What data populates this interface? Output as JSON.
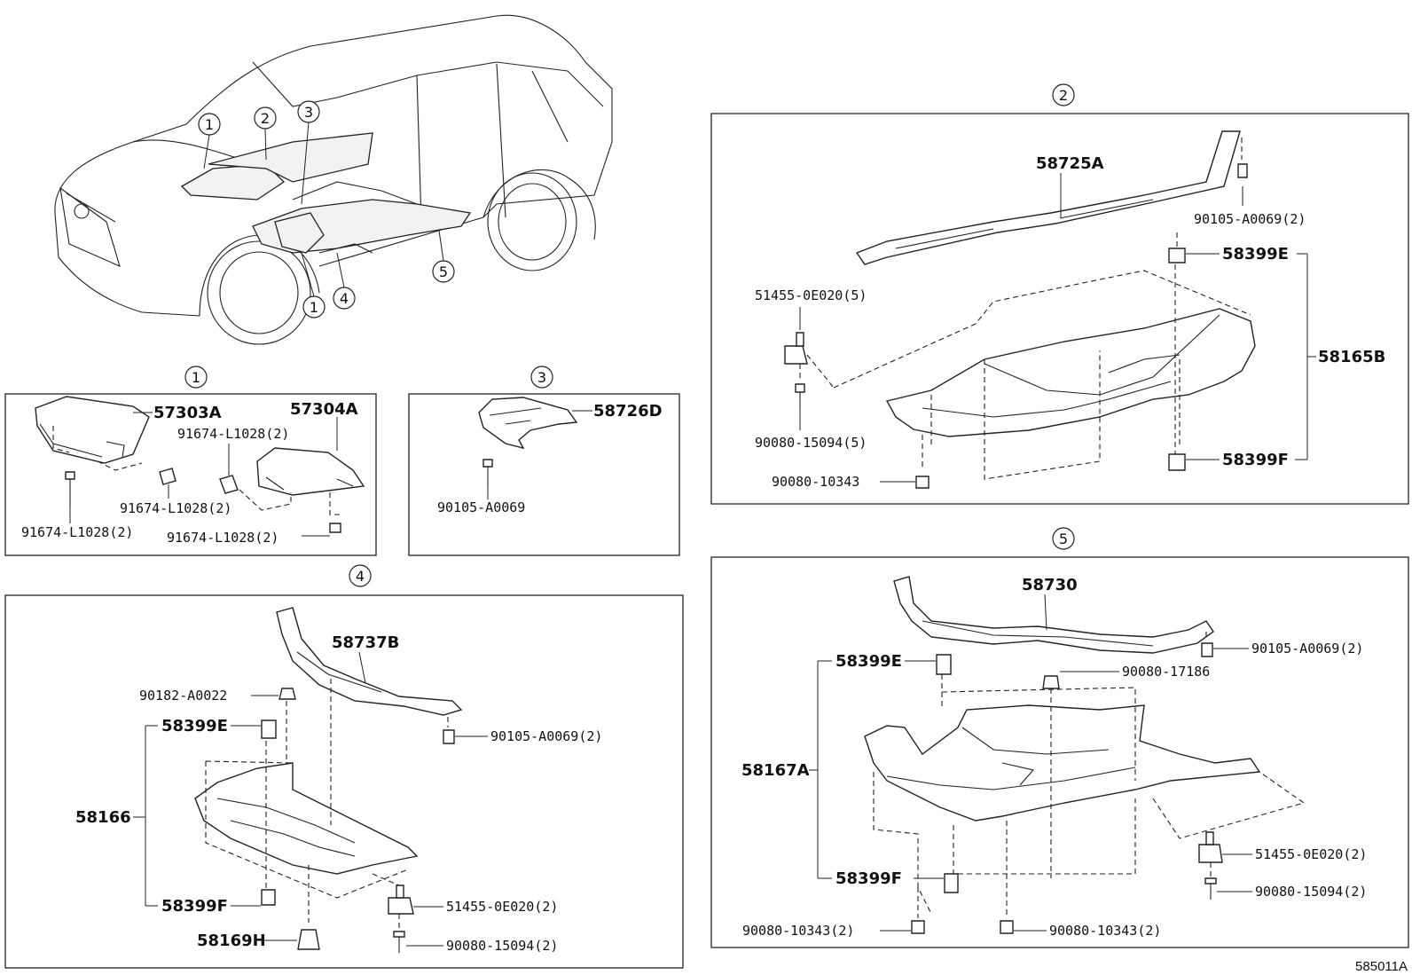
{
  "callouts": {
    "car_1a": "1",
    "car_2": "2",
    "car_3": "3",
    "car_1b": "1",
    "car_4": "4",
    "car_5": "5",
    "sec1": "1",
    "sec2": "2",
    "sec3": "3",
    "sec4": "4",
    "sec5": "5"
  },
  "section1": {
    "p57303A": "57303A",
    "p57304A": "57304A",
    "p91674_a": "91674-L1028(2)",
    "p91674_b": "91674-L1028(2)",
    "p91674_c": "91674-L1028(2)",
    "p91674_d": "91674-L1028(2)"
  },
  "section2": {
    "p58725A": "58725A",
    "p90105": "90105-A0069(2)",
    "p58399E": "58399E",
    "p51455": "51455-0E020(5)",
    "p58165B": "58165B",
    "p90080_15094": "90080-15094(5)",
    "p58399F": "58399F",
    "p90080_10343": "90080-10343"
  },
  "section3": {
    "p58726D": "58726D",
    "p90105": "90105-A0069"
  },
  "section4": {
    "p58737B": "58737B",
    "p90182": "90182-A0022",
    "p58399E": "58399E",
    "p90105": "90105-A0069(2)",
    "p58166": "58166",
    "p58399F": "58399F",
    "p51455": "51455-0E020(2)",
    "p58169H": "58169H",
    "p90080_15094": "90080-15094(2)"
  },
  "section5": {
    "p58730": "58730",
    "p90105": "90105-A0069(2)",
    "p58399E": "58399E",
    "p90080_17186": "90080-17186",
    "p58167A": "58167A",
    "p51455": "51455-0E020(2)",
    "p58399F": "58399F",
    "p90080_15094": "90080-15094(2)",
    "p90080_10343_a": "90080-10343(2)",
    "p90080_10343_b": "90080-10343(2)"
  },
  "diagram_ref": "585011A"
}
